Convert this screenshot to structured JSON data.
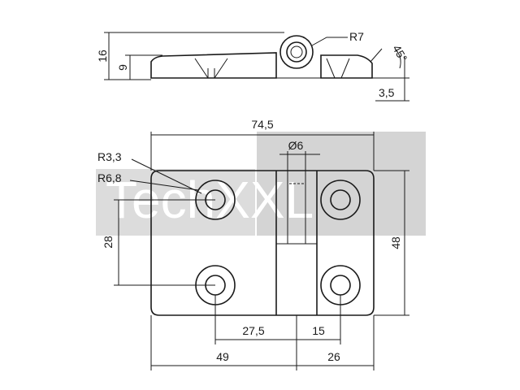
{
  "watermark": {
    "text": "TechXXL",
    "color": "#d4d4d4"
  },
  "dimensions": {
    "side_height_total": "16",
    "side_height_leaf": "9",
    "knuckle_radius": "R7",
    "angle": "45°",
    "leaf_thickness": "3,5",
    "overall_width": "74,5",
    "pin_diameter": "Ø6",
    "hole_radius": "R3,3",
    "boss_radius": "R6,8",
    "hole_spacing_vertical": "28",
    "overall_height": "48",
    "hole_spacing_left": "27,5",
    "hole_spacing_right": "15",
    "left_leaf_width": "49",
    "right_leaf_width": "26"
  },
  "colors": {
    "line": "#1a1a1a",
    "watermark": "#d4d4d4",
    "background": "#ffffff"
  }
}
